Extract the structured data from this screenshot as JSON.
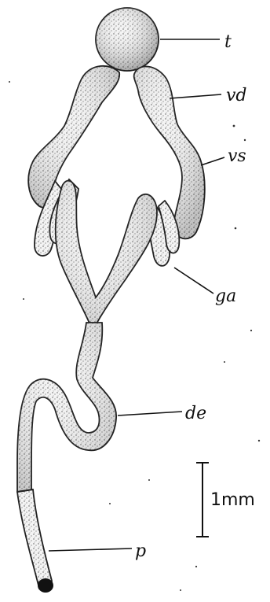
{
  "figure": {
    "labels": {
      "testis": "t",
      "vas_deferens": "vd",
      "vesicula_seminalis": "vs",
      "accessory_gland": "ga",
      "ductus_ejaculatorius": "de",
      "penis": "p"
    },
    "scale_bar": {
      "label": "1mm"
    }
  }
}
